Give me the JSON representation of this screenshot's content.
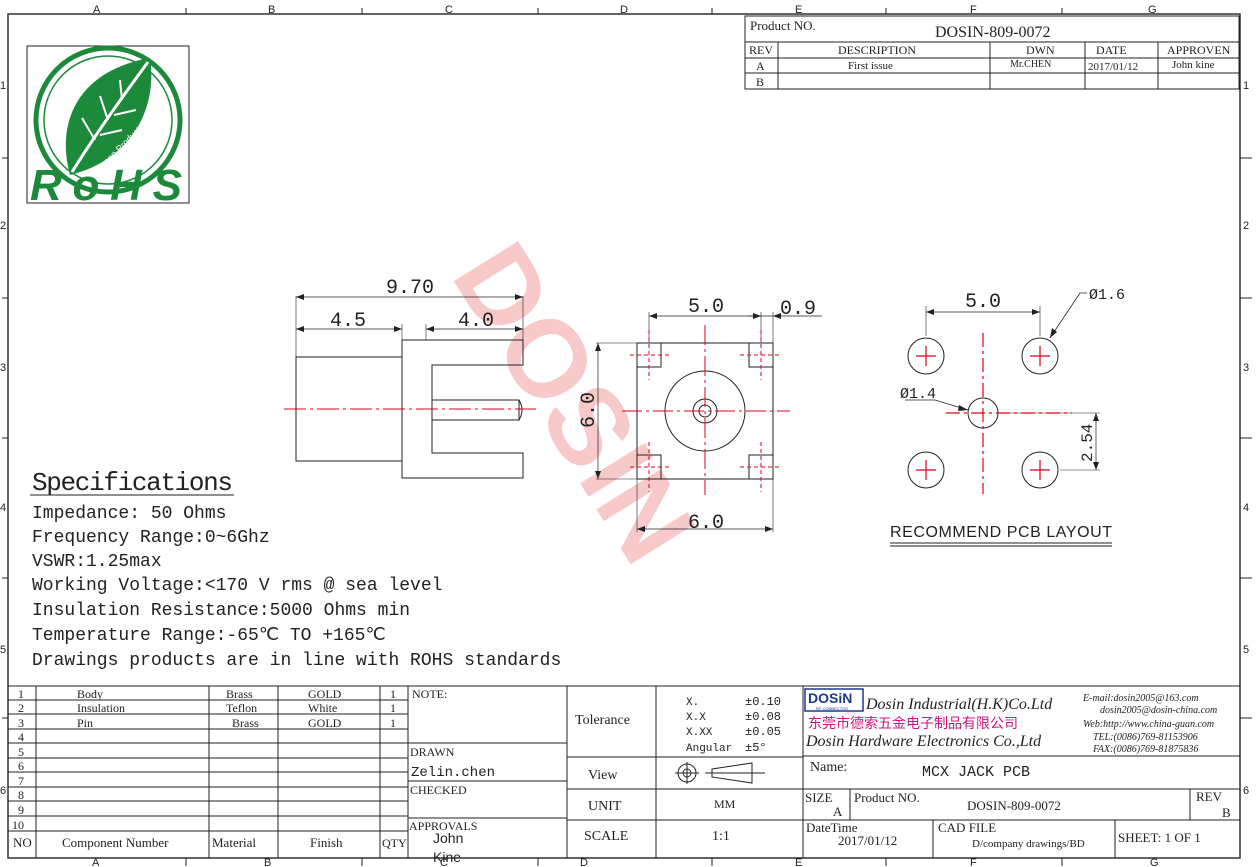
{
  "grid": {
    "top_cols": [
      "A",
      "B",
      "C",
      "D",
      "E",
      "F",
      "G"
    ],
    "bottom_cols": [
      "A",
      "B",
      "C",
      "D",
      "E",
      "F",
      "G"
    ],
    "left_rows": [
      "1",
      "2",
      "3",
      "4",
      "5",
      "6"
    ],
    "right_rows": [
      "1",
      "2",
      "3",
      "4",
      "5",
      "6"
    ]
  },
  "logo": {
    "word": "RoHS",
    "tag": "Green Product"
  },
  "watermark": "DOSIN",
  "title_block": {
    "product_label": "Product NO.",
    "product_no": "DOSIN-809-0072",
    "headers": {
      "rev": "REV",
      "description": "DESCRIPTION",
      "dwn": "DWN",
      "date": "DATE",
      "approven": "APPROVEN"
    },
    "rows": [
      {
        "rev": "A",
        "description": "First issue",
        "dwn": "Mr.CHEN",
        "date": "2017/01/12",
        "approven": "John kine"
      },
      {
        "rev": "B",
        "description": "",
        "dwn": "",
        "date": "",
        "approven": ""
      }
    ]
  },
  "dims": {
    "side_total": "9.70",
    "side_left": "4.5",
    "side_right": "4.0",
    "top_width": "5.0",
    "top_pin": "0.9",
    "top_height": "6.0",
    "top_bottom": "6.0",
    "pcb_width": "5.0",
    "pcb_hole_large": "Ø1.6",
    "pcb_hole_small": "Ø1.4",
    "pcb_offset": "2.54"
  },
  "pcb_caption": "RECOMMEND PCB LAYOUT",
  "specs": {
    "heading": "Specifications",
    "lines": [
      "Impedance: 50 Ohms",
      "Frequency Range:0~6Ghz",
      "VSWR:1.25max",
      "Working Voltage:<170 V rms @ sea level",
      "Insulation Resistance:5000 Ohms min",
      "Temperature Range:-65℃ TO +165℃",
      "Drawings products are in line with ROHS standards"
    ]
  },
  "bom": {
    "rows": [
      {
        "no": "1",
        "component": "Body",
        "material": "Brass",
        "finish": "GOLD",
        "qty": "1"
      },
      {
        "no": "2",
        "component": "Insulation",
        "material": "Teflon",
        "finish": "White",
        "qty": "1"
      },
      {
        "no": "3",
        "component": "Pin",
        "material": "Brass",
        "finish": "GOLD",
        "qty": "1"
      },
      {
        "no": "4",
        "component": "",
        "material": "",
        "finish": "",
        "qty": ""
      },
      {
        "no": "5",
        "component": "",
        "material": "",
        "finish": "",
        "qty": ""
      },
      {
        "no": "6",
        "component": "",
        "material": "",
        "finish": "",
        "qty": ""
      },
      {
        "no": "7",
        "component": "",
        "material": "",
        "finish": "",
        "qty": ""
      },
      {
        "no": "8",
        "component": "",
        "material": "",
        "finish": "",
        "qty": ""
      },
      {
        "no": "9",
        "component": "",
        "material": "",
        "finish": "",
        "qty": ""
      },
      {
        "no": "10",
        "component": "",
        "material": "",
        "finish": "",
        "qty": ""
      }
    ],
    "header": {
      "no": "NO",
      "component": "Component Number",
      "material": "Material",
      "finish": "Finish",
      "qty": "QTY"
    }
  },
  "notes": {
    "note_label": "NOTE:",
    "drawn_label": "DRAWN",
    "drawn_by": "Zelin.chen",
    "checked_label": "CHECKED",
    "approvals_label": "APPROVALS",
    "approvals_by": "John",
    "approvals_by2": "Kine"
  },
  "tolerance": {
    "label": "Tolerance",
    "rows": [
      {
        "k": "X.",
        "v": "±0.10"
      },
      {
        "k": "X.X",
        "v": "±0.08"
      },
      {
        "k": "X.XX",
        "v": "±0.05"
      },
      {
        "k": "Angular",
        "v": "±5°"
      }
    ]
  },
  "view_label": "View",
  "unit": {
    "label": "UNIT",
    "value": "MM"
  },
  "scale": {
    "label": "SCALE",
    "value": "1:1"
  },
  "company": {
    "badge": "DOSiN",
    "badge_sub": "RF CONNECTOR",
    "name_en": "Dosin Industrial(H.K)Co.Ltd",
    "name_cn": "东莞市德索五金电子制品有限公司",
    "name_en2": "Dosin Hardware Electronics Co.,Ltd",
    "email1": "E-mail:dosin2005@163.com",
    "email2": "dosin2005@dosin-china.com",
    "web": "Web:http://www.china-guan.com",
    "tel": "TEL:(0086)769-81153906",
    "fax": "FAX:(0086)769-81875836"
  },
  "part": {
    "name_label": "Name:",
    "name": "MCX JACK  PCB",
    "size_label": "SIZE",
    "size": "A",
    "product_label": "Product NO.",
    "product_no": "DOSIN-809-0072",
    "rev_label": "REV",
    "rev": "B",
    "datetime_label": "DateTime",
    "datetime": "2017/01/12",
    "cad_label": "CAD FILE",
    "cad_path": "D/company drawings/BD",
    "sheet": "SHEET: 1 OF 1"
  },
  "colors": {
    "line": "#222222",
    "center": "#e0001b",
    "watermark": "#f7c6c6",
    "logo": "#1c8a3a",
    "cn": "#d4147c",
    "dim": "#222222"
  }
}
